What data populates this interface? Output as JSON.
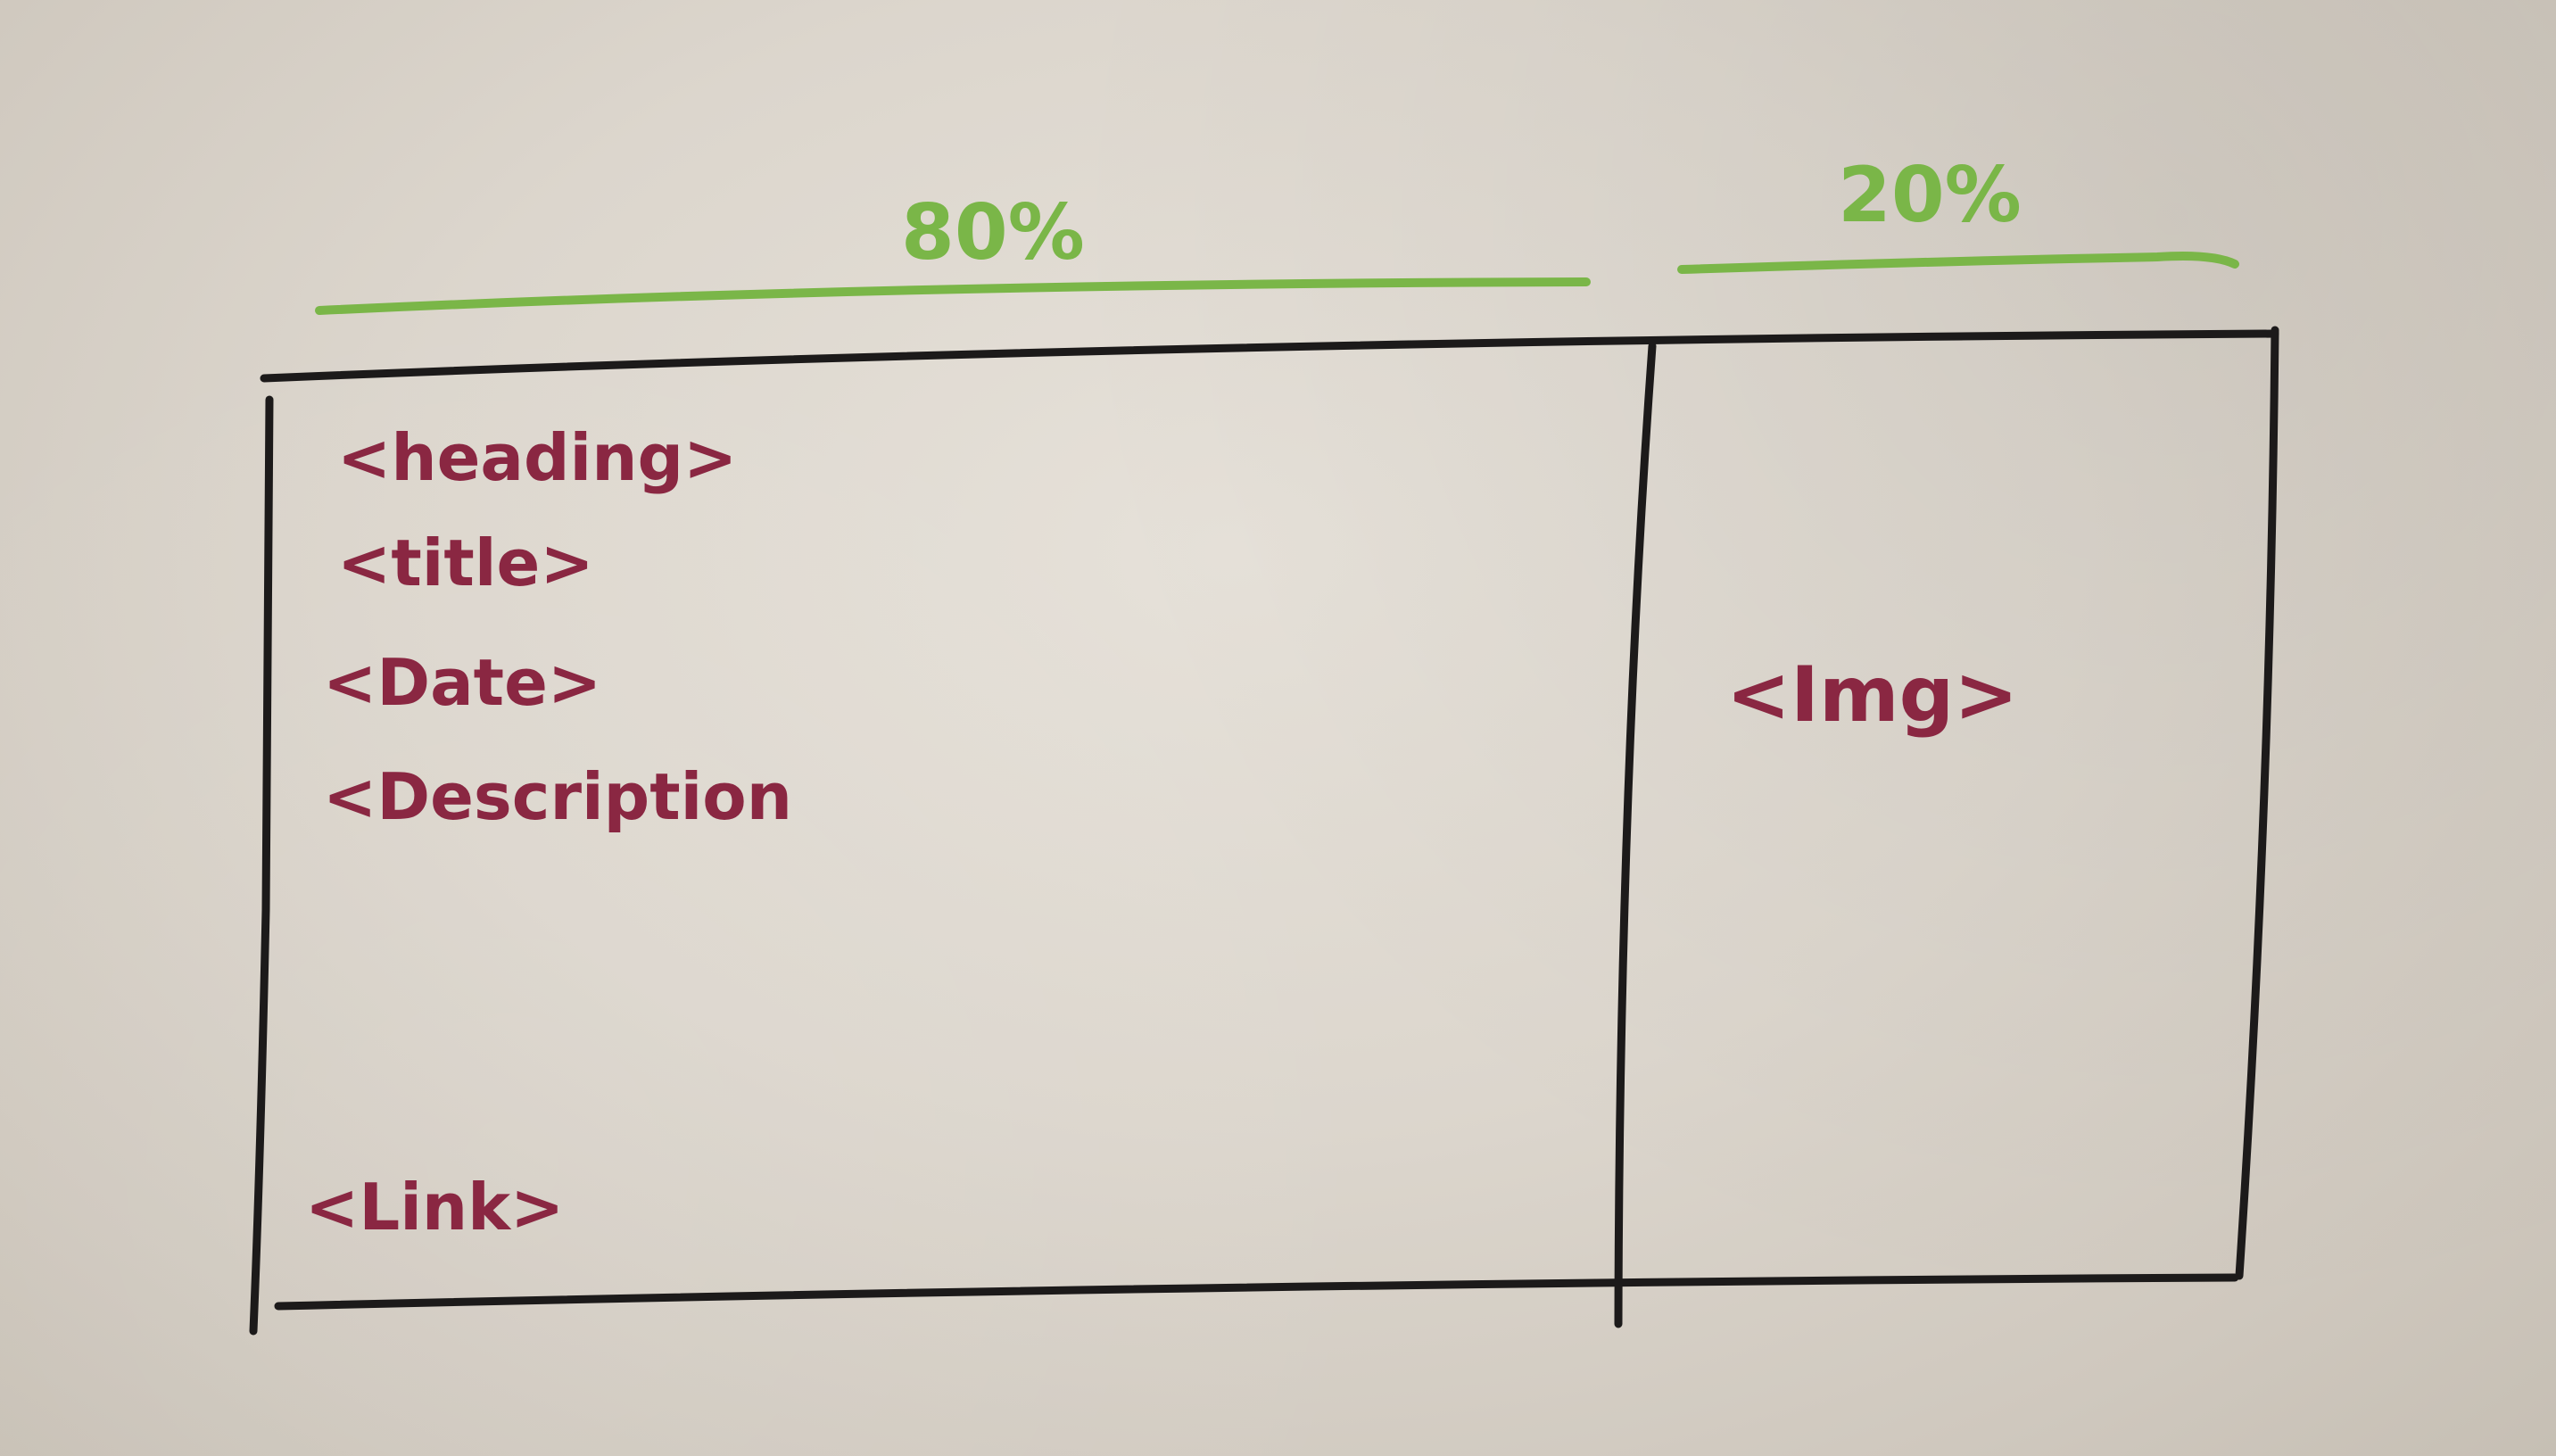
{
  "annotations": {
    "left_width": "80%",
    "right_width": "20%"
  },
  "left_panel": {
    "heading": "<heading>",
    "title": "<title>",
    "date": "<Date>",
    "description": "<Description",
    "link": "<Link>"
  },
  "right_panel": {
    "image": "<Img>"
  },
  "colors": {
    "annotation_green": "#7ab648",
    "label_maroon": "#8a2742",
    "frame_black": "#1c1a1a",
    "paper": "#ddd8cf"
  }
}
